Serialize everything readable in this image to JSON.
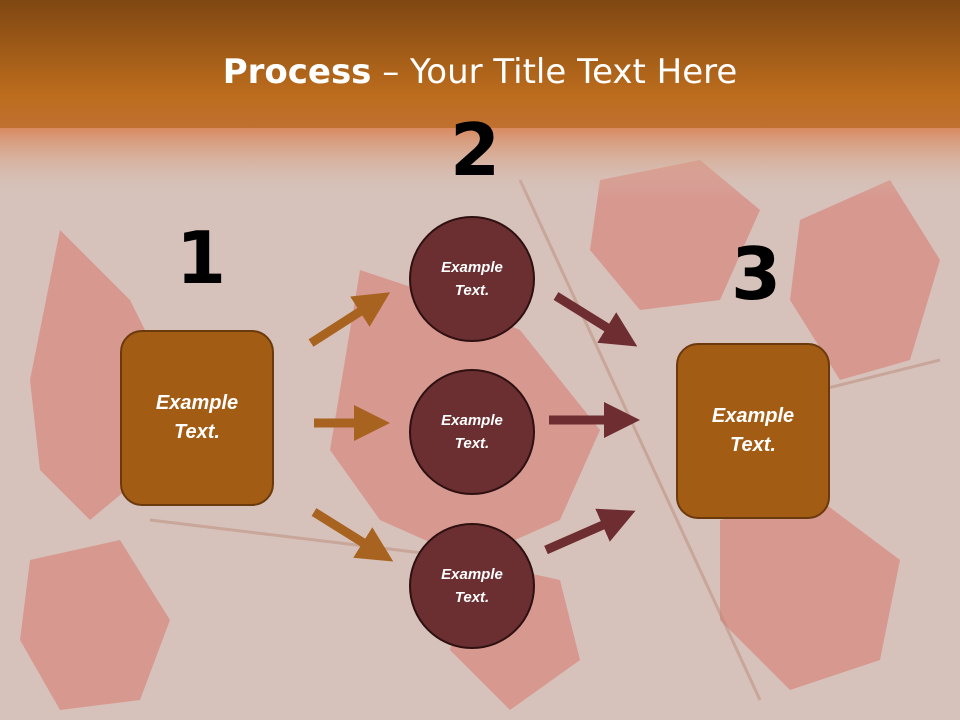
{
  "title": {
    "bold": "Process",
    "rest": " – Your Title Text Here"
  },
  "steps": {
    "one": "1",
    "two": "2",
    "three": "3"
  },
  "left_box": {
    "text": "Example\nText."
  },
  "circles": [
    {
      "text": "Example\nText."
    },
    {
      "text": "Example\nText."
    },
    {
      "text": "Example\nText."
    }
  ],
  "right_box": {
    "text": "Example\nText."
  },
  "colors": {
    "orange_box": "#a35c14",
    "maroon_circle": "#6b2f32",
    "orange_arrow": "#a86320",
    "maroon_arrow": "#6e2d30",
    "header": "#b86a1c"
  }
}
